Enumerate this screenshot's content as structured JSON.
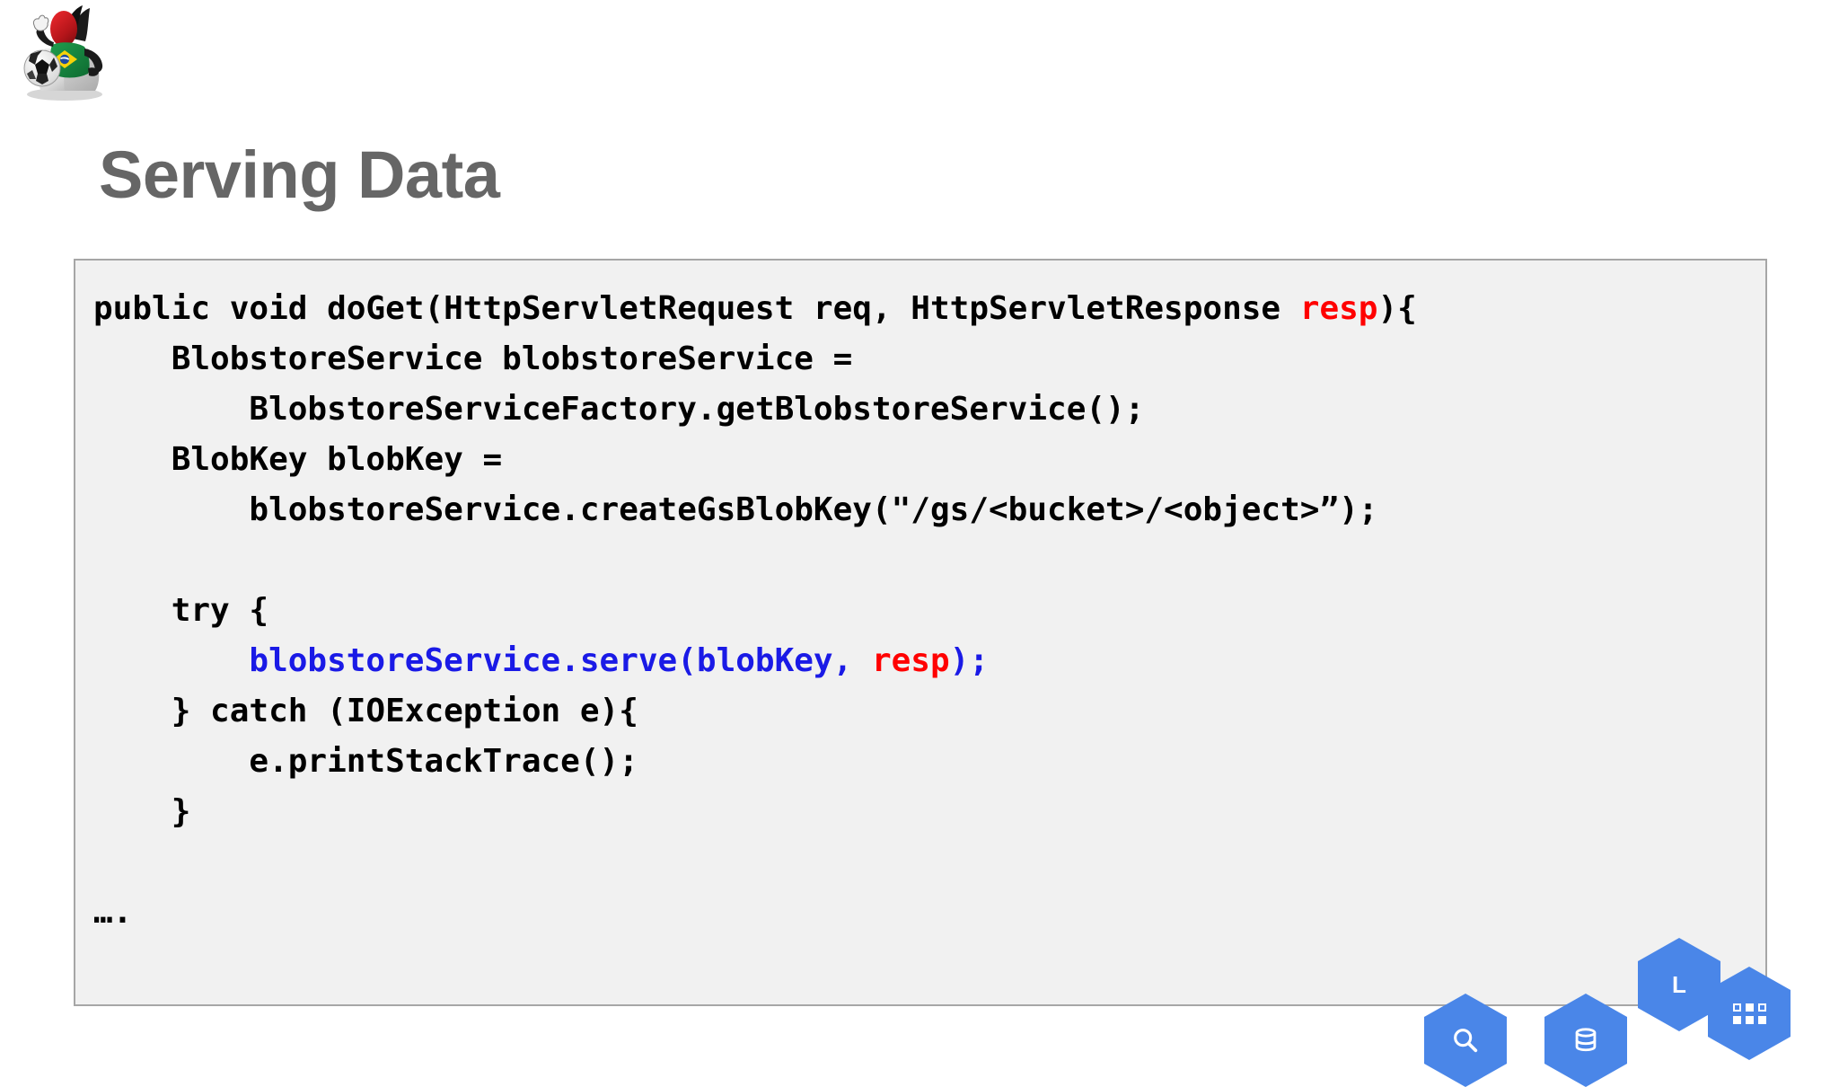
{
  "slide": {
    "title": "Serving Data",
    "title_color": "#666666",
    "background": "#ffffff"
  },
  "logo": {
    "name": "java-duke-brazil-mascot",
    "description": "Java Duke mascot wearing green Brazil jersey holding a soccer ball"
  },
  "code_block": {
    "background": "#f1f1f1",
    "border_color": "#a6a6a6",
    "language": "java",
    "lines": [
      {
        "id": "line-1",
        "segments": [
          {
            "text": "public void doGet(HttpServletRequest req, HttpServletResponse ",
            "color": "#000000"
          },
          {
            "text": "resp",
            "color": "#ff0000"
          },
          {
            "text": "){",
            "color": "#000000"
          }
        ]
      },
      {
        "id": "line-2",
        "segments": [
          {
            "text": "    BlobstoreService blobstoreService =",
            "color": "#000000"
          }
        ]
      },
      {
        "id": "line-3",
        "segments": [
          {
            "text": "        BlobstoreServiceFactory.getBlobstoreService();",
            "color": "#000000"
          }
        ]
      },
      {
        "id": "line-4",
        "segments": [
          {
            "text": "    BlobKey blobKey =",
            "color": "#000000"
          }
        ]
      },
      {
        "id": "line-5",
        "segments": [
          {
            "text": "        blobstoreService.createGsBlobKey(\"/gs/<bucket>/<object>”);",
            "color": "#000000"
          }
        ]
      },
      {
        "id": "line-6",
        "segments": [
          {
            "text": "",
            "color": "#000000"
          }
        ]
      },
      {
        "id": "line-7",
        "segments": [
          {
            "text": "    try {",
            "color": "#000000"
          }
        ]
      },
      {
        "id": "line-8",
        "segments": [
          {
            "text": "        ",
            "color": "#000000"
          },
          {
            "text": "blobstoreService.serve(blobKey, ",
            "color": "#1a1ae6"
          },
          {
            "text": "resp",
            "color": "#ff0000"
          },
          {
            "text": ");",
            "color": "#1a1ae6"
          }
        ]
      },
      {
        "id": "line-9",
        "segments": [
          {
            "text": "    } catch (IOException e){",
            "color": "#000000"
          }
        ]
      },
      {
        "id": "line-10",
        "segments": [
          {
            "text": "        e.printStackTrace();",
            "color": "#000000"
          }
        ]
      },
      {
        "id": "line-11",
        "segments": [
          {
            "text": "    }",
            "color": "#000000"
          }
        ]
      },
      {
        "id": "line-12",
        "segments": [
          {
            "text": "",
            "color": "#000000"
          }
        ]
      },
      {
        "id": "line-13",
        "segments": [
          {
            "text": "….",
            "color": "#000000"
          }
        ]
      }
    ]
  },
  "footer_icons": {
    "accent_color": "#4a86e8",
    "items": [
      {
        "name": "magnifier-hex-icon",
        "glyph": ""
      },
      {
        "name": "database-hex-icon",
        "glyph": ""
      },
      {
        "name": "letter-l-hex-icon",
        "glyph": "L"
      },
      {
        "name": "apps-grid-hex-icon",
        "glyph": ""
      }
    ]
  }
}
